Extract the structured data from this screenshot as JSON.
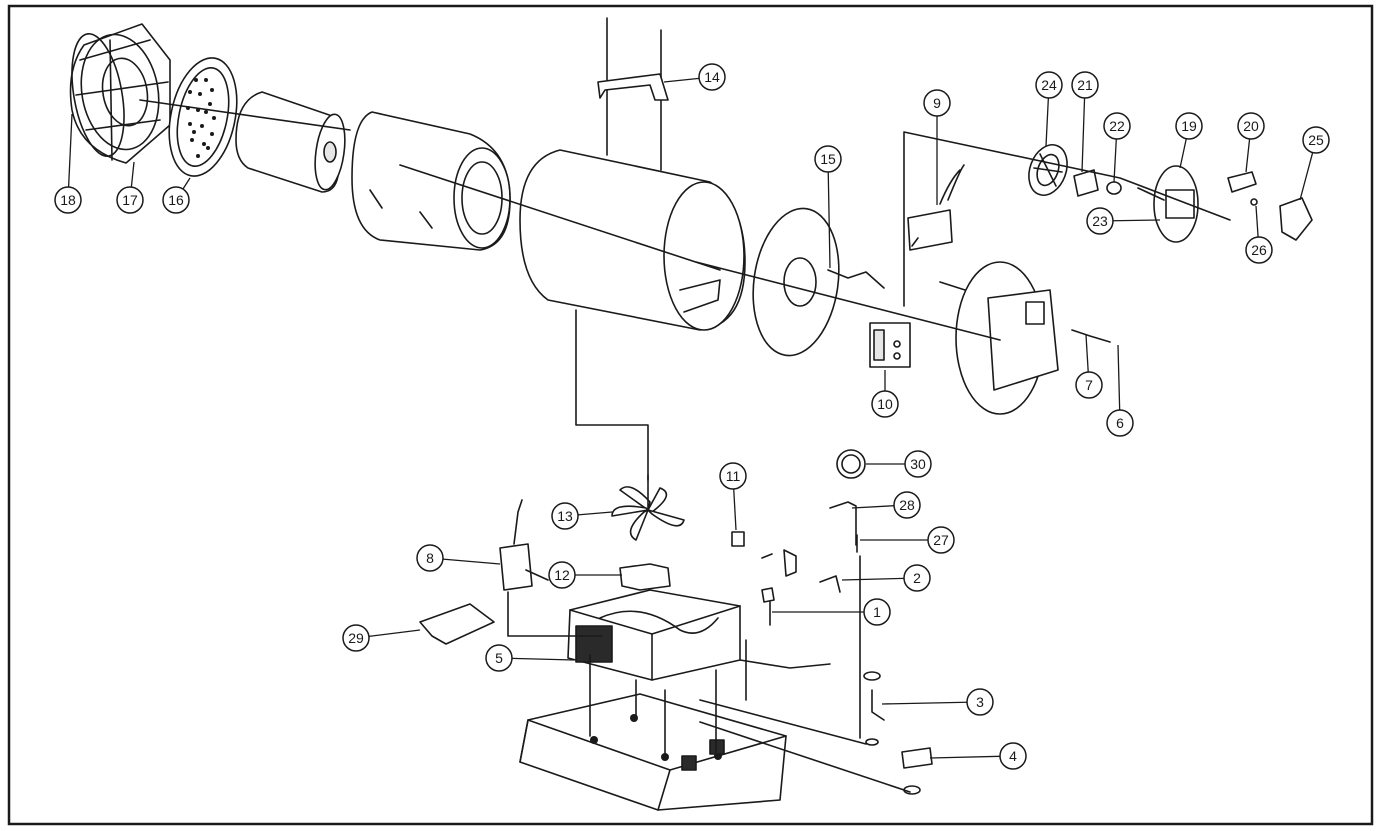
{
  "diagram": {
    "part_labels": [
      "1",
      "2",
      "3",
      "4",
      "5",
      "6",
      "7",
      "8",
      "9",
      "10",
      "11",
      "12",
      "13",
      "14",
      "15",
      "16",
      "17",
      "18",
      "19",
      "20",
      "21",
      "22",
      "23",
      "24",
      "25",
      "26",
      "27",
      "28",
      "29",
      "30"
    ]
  },
  "colors": {
    "ink": "#1a1a1a",
    "paper": "#ffffff",
    "shade": "#e6e6e6",
    "dark": "#2a2a2a"
  }
}
